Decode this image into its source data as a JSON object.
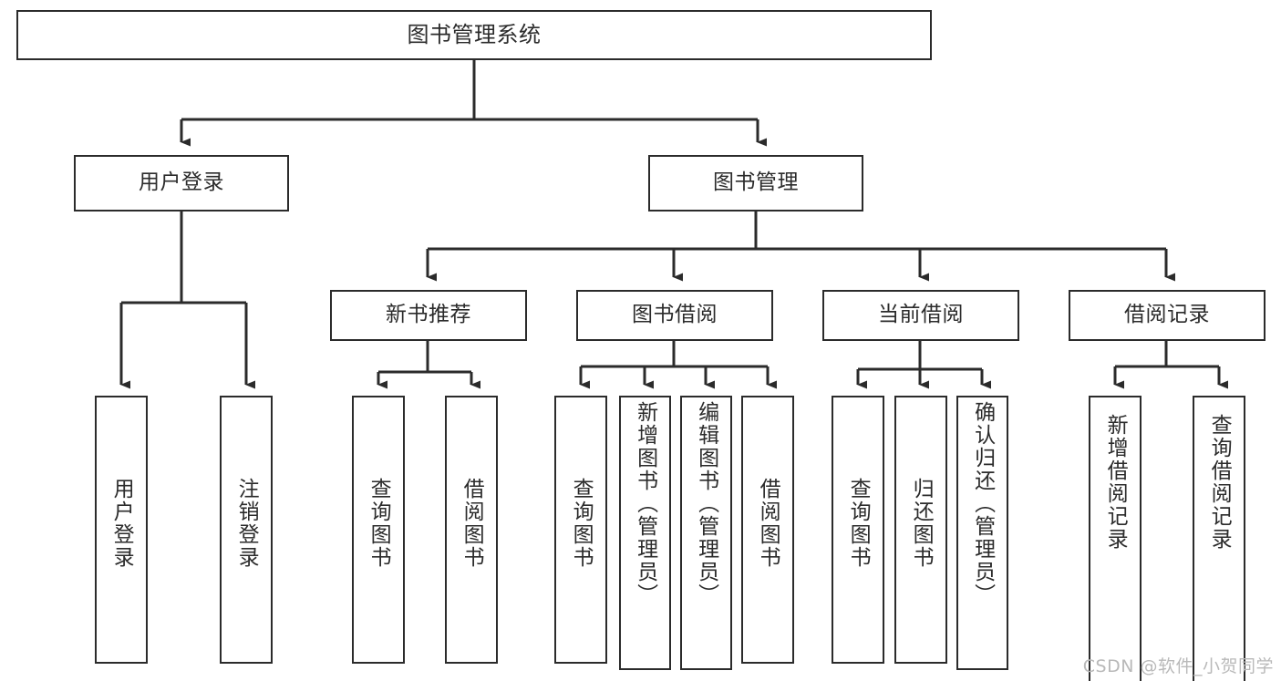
{
  "diagram": {
    "type": "tree-hierarchy",
    "title": "图书管理系统",
    "watermark": "CSDN @软件_小贺同学",
    "style": {
      "background": "#ffffff",
      "stroke": "#2b2b2b",
      "text": "#2b2b2b",
      "watermark_color": "#b9b9b9"
    },
    "nodes": {
      "root": {
        "label": "图书管理系统",
        "level": 0,
        "orientation": "horizontal"
      },
      "l1": [
        {
          "id": "user_login",
          "label": "用户登录",
          "level": 1,
          "orientation": "horizontal"
        },
        {
          "id": "book_mgmt",
          "label": "图书管理",
          "level": 1,
          "orientation": "horizontal"
        }
      ],
      "l2": [
        {
          "id": "new_book_rec",
          "label": "新书推荐",
          "level": 2,
          "orientation": "horizontal",
          "parent": "book_mgmt"
        },
        {
          "id": "book_borrow",
          "label": "图书借阅",
          "level": 2,
          "orientation": "horizontal",
          "parent": "book_mgmt"
        },
        {
          "id": "current_borrow",
          "label": "当前借阅",
          "level": 2,
          "orientation": "horizontal",
          "parent": "book_mgmt"
        },
        {
          "id": "borrow_record",
          "label": "借阅记录",
          "level": 2,
          "orientation": "horizontal",
          "parent": "book_mgmt"
        }
      ],
      "leaves": [
        {
          "id": "leaf_user_login",
          "label": "用户登录",
          "parent": "user_login",
          "orientation": "vertical"
        },
        {
          "id": "leaf_user_logout",
          "label": "注销登录",
          "parent": "user_login",
          "orientation": "vertical"
        },
        {
          "id": "leaf_query_book_1",
          "label": "查询图书",
          "parent": "new_book_rec",
          "orientation": "vertical"
        },
        {
          "id": "leaf_borrow_book_1",
          "label": "借阅图书",
          "parent": "new_book_rec",
          "orientation": "vertical"
        },
        {
          "id": "leaf_query_book_2",
          "label": "查询图书",
          "parent": "book_borrow",
          "orientation": "vertical"
        },
        {
          "id": "leaf_add_book",
          "label": "新增图书（管理员）",
          "parent": "book_borrow",
          "orientation": "vertical"
        },
        {
          "id": "leaf_edit_book",
          "label": "编辑图书（管理员）",
          "parent": "book_borrow",
          "orientation": "vertical"
        },
        {
          "id": "leaf_borrow_book_2",
          "label": "借阅图书",
          "parent": "book_borrow",
          "orientation": "vertical"
        },
        {
          "id": "leaf_query_book_3",
          "label": "查询图书",
          "parent": "current_borrow",
          "orientation": "vertical"
        },
        {
          "id": "leaf_return_book",
          "label": "归还图书",
          "parent": "current_borrow",
          "orientation": "vertical"
        },
        {
          "id": "leaf_confirm_return",
          "label": "确认归还（管理员）",
          "parent": "current_borrow",
          "orientation": "vertical"
        },
        {
          "id": "leaf_add_record",
          "label": "新增借阅记录",
          "parent": "borrow_record",
          "orientation": "vertical"
        },
        {
          "id": "leaf_query_record",
          "label": "查询借阅记录",
          "parent": "borrow_record",
          "orientation": "vertical"
        }
      ]
    },
    "edges": [
      {
        "from": "root",
        "to": "user_login"
      },
      {
        "from": "root",
        "to": "book_mgmt"
      },
      {
        "from": "book_mgmt",
        "to": "new_book_rec"
      },
      {
        "from": "book_mgmt",
        "to": "book_borrow"
      },
      {
        "from": "book_mgmt",
        "to": "current_borrow"
      },
      {
        "from": "book_mgmt",
        "to": "borrow_record"
      },
      {
        "from": "user_login",
        "to": "leaf_user_login"
      },
      {
        "from": "user_login",
        "to": "leaf_user_logout"
      },
      {
        "from": "new_book_rec",
        "to": "leaf_query_book_1"
      },
      {
        "from": "new_book_rec",
        "to": "leaf_borrow_book_1"
      },
      {
        "from": "book_borrow",
        "to": "leaf_query_book_2"
      },
      {
        "from": "book_borrow",
        "to": "leaf_add_book"
      },
      {
        "from": "book_borrow",
        "to": "leaf_edit_book"
      },
      {
        "from": "book_borrow",
        "to": "leaf_borrow_book_2"
      },
      {
        "from": "current_borrow",
        "to": "leaf_query_book_3"
      },
      {
        "from": "current_borrow",
        "to": "leaf_return_book"
      },
      {
        "from": "current_borrow",
        "to": "leaf_confirm_return"
      },
      {
        "from": "borrow_record",
        "to": "leaf_add_record"
      },
      {
        "from": "borrow_record",
        "to": "leaf_query_record"
      }
    ]
  }
}
